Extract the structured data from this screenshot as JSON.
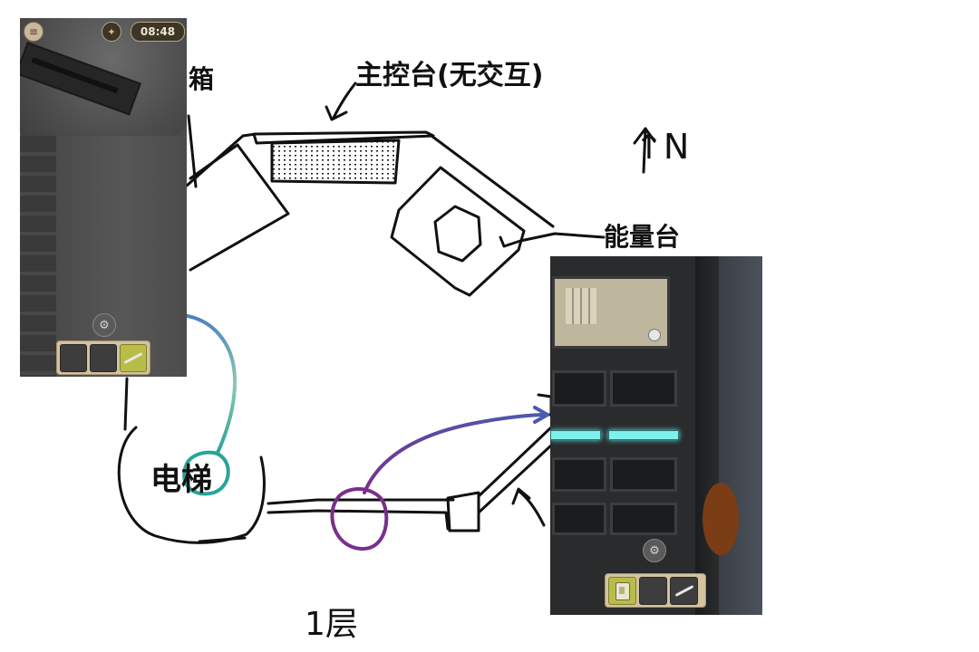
{
  "labels": {
    "top_left_fragment": "箱",
    "console": "主控台(无交互)",
    "north": "↑N",
    "energy": "能量台",
    "elevator": "电梯",
    "floor": "1层"
  },
  "screenshot_left": {
    "time": "08:48",
    "menu_icon": "menu-icon",
    "hint_icon": "lightbulb-icon",
    "action_icon": "gear-icon",
    "inventory": [
      "empty",
      "empty",
      "rod"
    ],
    "selected_slot": 3
  },
  "screenshot_right": {
    "action_icon": "gear-icon",
    "inventory": [
      "keycard",
      "empty",
      "rod"
    ],
    "selected_slot": 1
  },
  "colors": {
    "ink": "#111111",
    "teal_arrow": "#3aa7a0",
    "purple_arrow": "#7a3a9a",
    "inventory_bg": "#d4c3a1",
    "selected_slot": "#b9bd48",
    "panel_glow": "#7ff0ec"
  }
}
